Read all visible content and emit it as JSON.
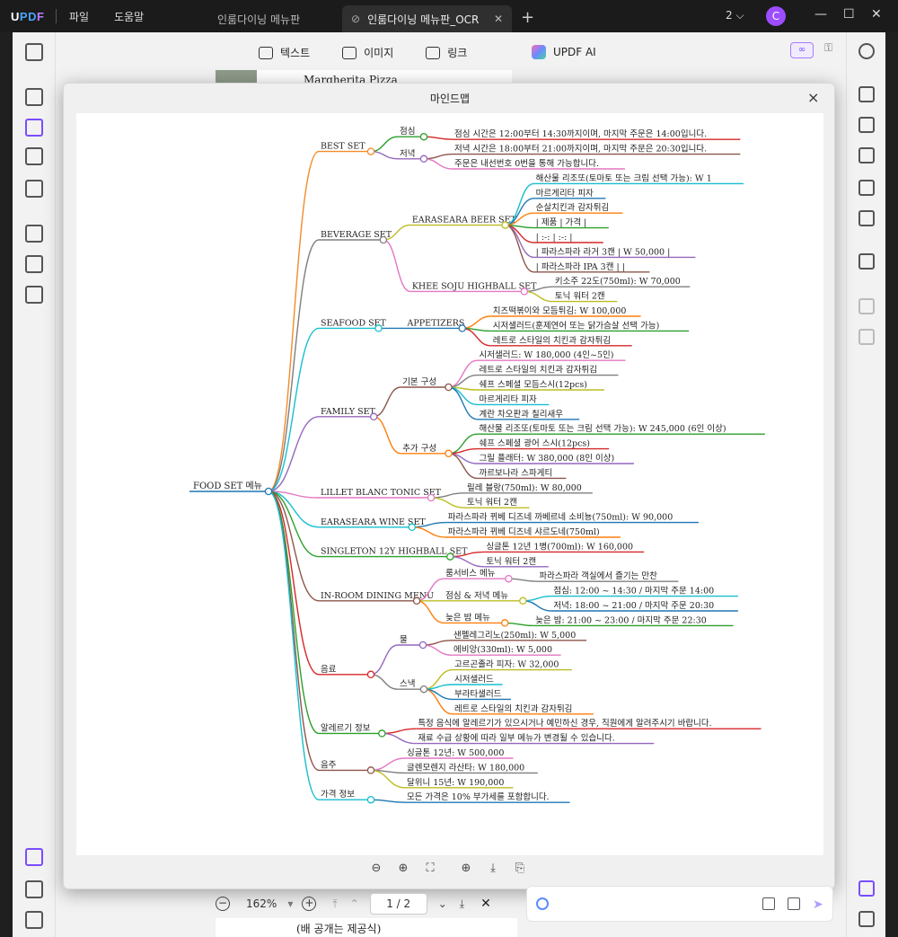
{
  "app": {
    "logo": "UPDF",
    "menu": [
      "파일",
      "도움말"
    ],
    "tabs": [
      {
        "label": "인룸다이닝 메뉴판"
      },
      {
        "label": "인룸다이닝 메뉴판_OCR"
      }
    ],
    "window_count": "2",
    "avatar_letter": "C"
  },
  "toolbar": {
    "text_label": "텍스트",
    "image_label": "이미지",
    "link_label": "링크"
  },
  "ai": {
    "title": "UPDF AI",
    "badge": "∞"
  },
  "document": {
    "top_text": "Margherita Pizza",
    "bottom_text": "(배 공개는 제공식)"
  },
  "modal": {
    "title": "마인드맵",
    "close": "×"
  },
  "pager": {
    "zoom": "162%",
    "page": "1 / 2"
  },
  "mindmap": {
    "root": "FOOD SET 메뉴",
    "branches": [
      {
        "label": "BEST SET",
        "color": "#f28c28",
        "children": [
          {
            "label": "점심",
            "color": "#2ca02c",
            "children": [
              {
                "label": "점심 시간은 12:00부터 14:30까지이며, 마지막 주문은 14:00입니다.",
                "color": "#d62728"
              }
            ]
          },
          {
            "label": "저녁",
            "color": "#9467bd",
            "children": [
              {
                "label": "저녁 시간은 18:00부터 21:00까지이며, 마지막 주문은 20:30입니다.",
                "color": "#8c564b"
              },
              {
                "label": "주문은 내선번호 0번을 통해 가능합니다.",
                "color": "#e377c2"
              }
            ]
          }
        ]
      },
      {
        "label": "BEVERAGE SET",
        "color": "#7f7f7f",
        "children": [
          {
            "label": "EARASEARA BEER SET",
            "color": "#bcbd22",
            "children": [
              {
                "label": "해산물 리조또(토마토 또는 크림 선택 가능): W 1",
                "color": "#17becf"
              },
              {
                "label": "마르게리타 피자",
                "color": "#1f77b4"
              },
              {
                "label": "순살치킨과 감자튀김",
                "color": "#ff7f0e"
              },
              {
                "label": "| 제품 | 가격 |",
                "color": "#2ca02c"
              },
              {
                "label": "| :-: | :-: |",
                "color": "#d62728"
              },
              {
                "label": "| 파라스파라 라거 3캔 | W 50,000 |",
                "color": "#9467bd"
              },
              {
                "label": "| 파라스파라 IPA 3캔 | |",
                "color": "#8c564b"
              }
            ]
          },
          {
            "label": "KHEE SOJU HIGHBALL SET",
            "color": "#e377c2",
            "children": [
              {
                "label": "키소주 22도(750ml): W 70,000",
                "color": "#7f7f7f"
              },
              {
                "label": "토닉 워터 2캔",
                "color": "#bcbd22"
              }
            ]
          }
        ]
      },
      {
        "label": "SEAFOOD SET",
        "color": "#17becf",
        "children": [
          {
            "label": "APPETIZERS",
            "color": "#1f77b4",
            "children": [
              {
                "label": "치즈떡볶이와 모듬튀김: W 100,000",
                "color": "#ff7f0e"
              },
              {
                "label": "시저샐러드(훈제연어 또는 닭가슴살 선택 가능)",
                "color": "#2ca02c"
              },
              {
                "label": "레트로 스타일의 치킨과 감자튀김",
                "color": "#d62728"
              }
            ]
          }
        ]
      },
      {
        "label": "FAMILY SET",
        "color": "#9467bd",
        "children": [
          {
            "label": "기본 구성",
            "color": "#8c564b",
            "children": [
              {
                "label": "시저샐러드: W 180,000 (4인~5인)",
                "color": "#e377c2"
              },
              {
                "label": "레트로 스타일의 치킨과 감자튀김",
                "color": "#7f7f7f"
              },
              {
                "label": "쉐프 스페셜 모듬스시(12pcs)",
                "color": "#bcbd22"
              },
              {
                "label": "마르게리타 피자",
                "color": "#17becf"
              },
              {
                "label": "계란 차오판과 칠리새우",
                "color": "#1f77b4"
              }
            ]
          },
          {
            "label": "추가 구성",
            "color": "#ff7f0e",
            "children": [
              {
                "label": "해산물 리조또(토마토 또는 크림 선택 가능): W 245,000 (6인 이상)",
                "color": "#2ca02c"
              },
              {
                "label": "쉐프 스페셜 광어 스시(12pcs)",
                "color": "#d62728"
              },
              {
                "label": "그릴 플래터: W 380,000 (8인 이상)",
                "color": "#9467bd"
              },
              {
                "label": "까르보나라 스파게티",
                "color": "#8c564b"
              }
            ]
          }
        ]
      },
      {
        "label": "LILLET BLANC TONIC SET",
        "color": "#e377c2",
        "children": [
          {
            "label": "릴레 블랑(750ml): W 80,000",
            "color": "#7f7f7f"
          },
          {
            "label": "토닉 워터 2캔",
            "color": "#bcbd22"
          }
        ]
      },
      {
        "label": "EARASEARA WINE SET",
        "color": "#17becf",
        "children": [
          {
            "label": "파라스파라 뀌베 디즈네 까베르네 소비뇽(750ml): W 90,000",
            "color": "#1f77b4"
          },
          {
            "label": "파라스파라 뀌베 디즈네 샤르도네(750ml)",
            "color": "#ff7f0e"
          }
        ]
      },
      {
        "label": "SINGLETON 12Y HIGHBALL SET",
        "color": "#2ca02c",
        "children": [
          {
            "label": "싱글톤 12년 1병(700ml): W 160,000",
            "color": "#d62728"
          },
          {
            "label": "토닉 워터 2캔",
            "color": "#9467bd"
          }
        ]
      },
      {
        "label": "IN-ROOM DINING MENU",
        "color": "#8c564b",
        "children": [
          {
            "label": "룸서비스 메뉴",
            "color": "#e377c2",
            "children": [
              {
                "label": "파라스파라 객실에서 즐기는 만찬",
                "color": "#7f7f7f"
              }
            ]
          },
          {
            "label": "점심 & 저녁 메뉴",
            "color": "#bcbd22",
            "children": [
              {
                "label": "점심: 12:00 ~ 14:30 / 마지막 주문 14:00",
                "color": "#17becf"
              },
              {
                "label": "저녁: 18:00 ~ 21:00 / 마지막 주문 20:30",
                "color": "#1f77b4"
              }
            ]
          },
          {
            "label": "늦은 밤 메뉴",
            "color": "#ff7f0e",
            "children": [
              {
                "label": "늦은 밤: 21:00 ~ 23:00 / 마지막 주문 22:30",
                "color": "#2ca02c"
              }
            ]
          }
        ]
      },
      {
        "label": "음료",
        "color": "#d62728",
        "children": [
          {
            "label": "물",
            "color": "#9467bd",
            "children": [
              {
                "label": "샌펠레그리노(250ml): W 5,000",
                "color": "#8c564b"
              },
              {
                "label": "에비앙(330ml): W 5,000",
                "color": "#e377c2"
              }
            ]
          },
          {
            "label": "스낵",
            "color": "#7f7f7f",
            "children": [
              {
                "label": "고르곤졸라 피자: W 32,000",
                "color": "#bcbd22"
              },
              {
                "label": "시저샐러드",
                "color": "#17becf"
              },
              {
                "label": "부라타샐러드",
                "color": "#1f77b4"
              },
              {
                "label": "레트로 스타일의 치킨과 감자튀김",
                "color": "#ff7f0e"
              }
            ]
          }
        ]
      },
      {
        "label": "알레르기 정보",
        "color": "#2ca02c",
        "children": [
          {
            "label": "특정 음식에 알레르기가 있으시거나 예민하신 경우, 직원에게 알려주시기 바랍니다.",
            "color": "#d62728"
          },
          {
            "label": "재료 수급 상황에 따라 일부 메뉴가 변경될 수 있습니다.",
            "color": "#9467bd"
          }
        ]
      },
      {
        "label": "음주",
        "color": "#8c564b",
        "children": [
          {
            "label": "싱글톤 12년: W 500,000",
            "color": "#e377c2"
          },
          {
            "label": "글렌모렌지 라산타: W 180,000",
            "color": "#7f7f7f"
          },
          {
            "label": "달위니 15년: W 190,000",
            "color": "#bcbd22"
          }
        ]
      },
      {
        "label": "가격 정보",
        "color": "#17becf",
        "children": [
          {
            "label": "모든 가격은 10% 부가세를 포함합니다.",
            "color": "#1f77b4"
          }
        ]
      }
    ]
  }
}
